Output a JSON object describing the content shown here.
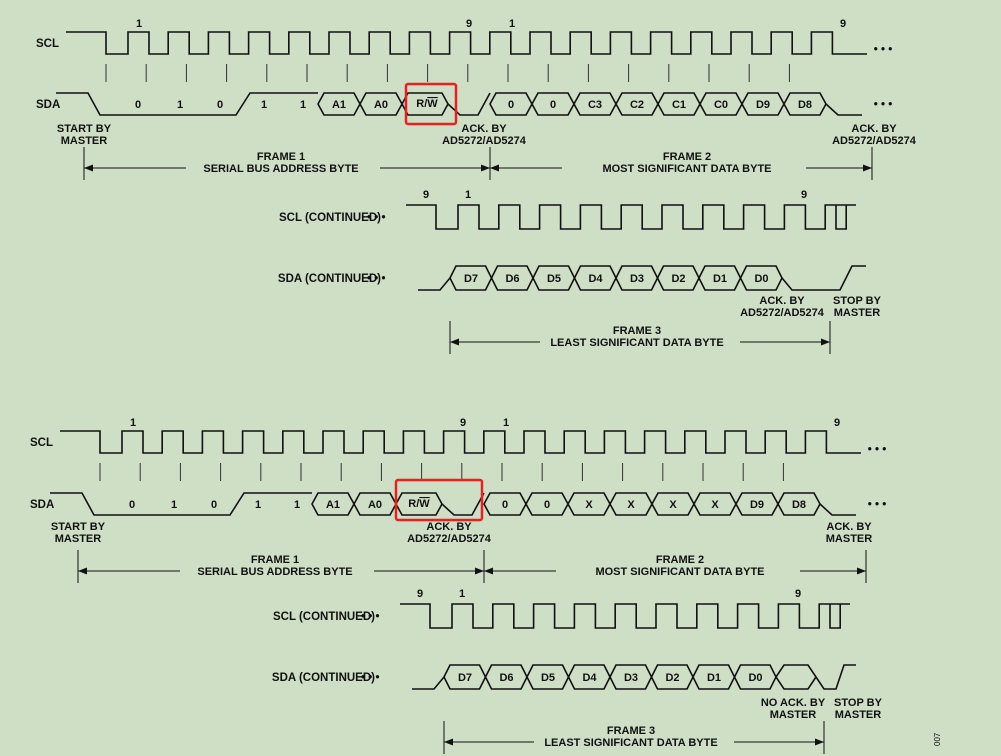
{
  "signals": {
    "scl": "SCL",
    "sda": "SDA",
    "scl_cont": "SCL (CONTINUED)",
    "sda_cont": "SDA (CONTINUED)",
    "dots": "• • •"
  },
  "clock_numbers": {
    "one": "1",
    "nine": "9"
  },
  "rw": {
    "prefix": "R/",
    "bar": "W"
  },
  "upper": {
    "start": [
      "START BY",
      "MASTER"
    ],
    "ack1": [
      "ACK. BY",
      "AD5272/AD5274"
    ],
    "ack2": [
      "ACK. BY",
      "AD5272/AD5274"
    ],
    "ack3": [
      "ACK. BY",
      "AD5272/AD5274"
    ],
    "stop": [
      "STOP BY",
      "MASTER"
    ],
    "frame1": [
      "FRAME 1",
      "SERIAL BUS ADDRESS BYTE"
    ],
    "frame2": [
      "FRAME 2",
      "MOST SIGNIFICANT DATA BYTE"
    ],
    "frame3": [
      "FRAME 3",
      "LEAST SIGNIFICANT DATA BYTE"
    ],
    "address_bits": [
      "0",
      "1",
      "0",
      "1",
      "1"
    ],
    "address_boxes": [
      "A1",
      "A0"
    ],
    "msb_cells": [
      "0",
      "0",
      "C3",
      "C2",
      "C1",
      "C0",
      "D9",
      "D8"
    ],
    "lsb_cells": [
      "D7",
      "D6",
      "D5",
      "D4",
      "D3",
      "D2",
      "D1",
      "D0"
    ]
  },
  "lower": {
    "start": [
      "START BY",
      "MASTER"
    ],
    "ack1": [
      "ACK. BY",
      "AD5272/AD5274"
    ],
    "ack2": [
      "ACK. BY",
      "MASTER"
    ],
    "ack3": [
      "NO ACK. BY",
      "MASTER"
    ],
    "stop": [
      "STOP BY",
      "MASTER"
    ],
    "frame1": [
      "FRAME 1",
      "SERIAL BUS ADDRESS BYTE"
    ],
    "frame2": [
      "FRAME 2",
      "MOST SIGNIFICANT DATA BYTE"
    ],
    "frame3": [
      "FRAME 3",
      "LEAST SIGNIFICANT DATA BYTE"
    ],
    "address_bits": [
      "0",
      "1",
      "0",
      "1",
      "1"
    ],
    "address_boxes": [
      "A1",
      "A0"
    ],
    "msb_cells": [
      "0",
      "0",
      "X",
      "X",
      "X",
      "X",
      "D9",
      "D8"
    ],
    "lsb_cells": [
      "D7",
      "D6",
      "D5",
      "D4",
      "D3",
      "D2",
      "D1",
      "D0"
    ]
  },
  "figure_number": "007",
  "colors": {
    "background": "#cfdfc6",
    "highlight": "#e8201e",
    "ink": "#111111"
  }
}
